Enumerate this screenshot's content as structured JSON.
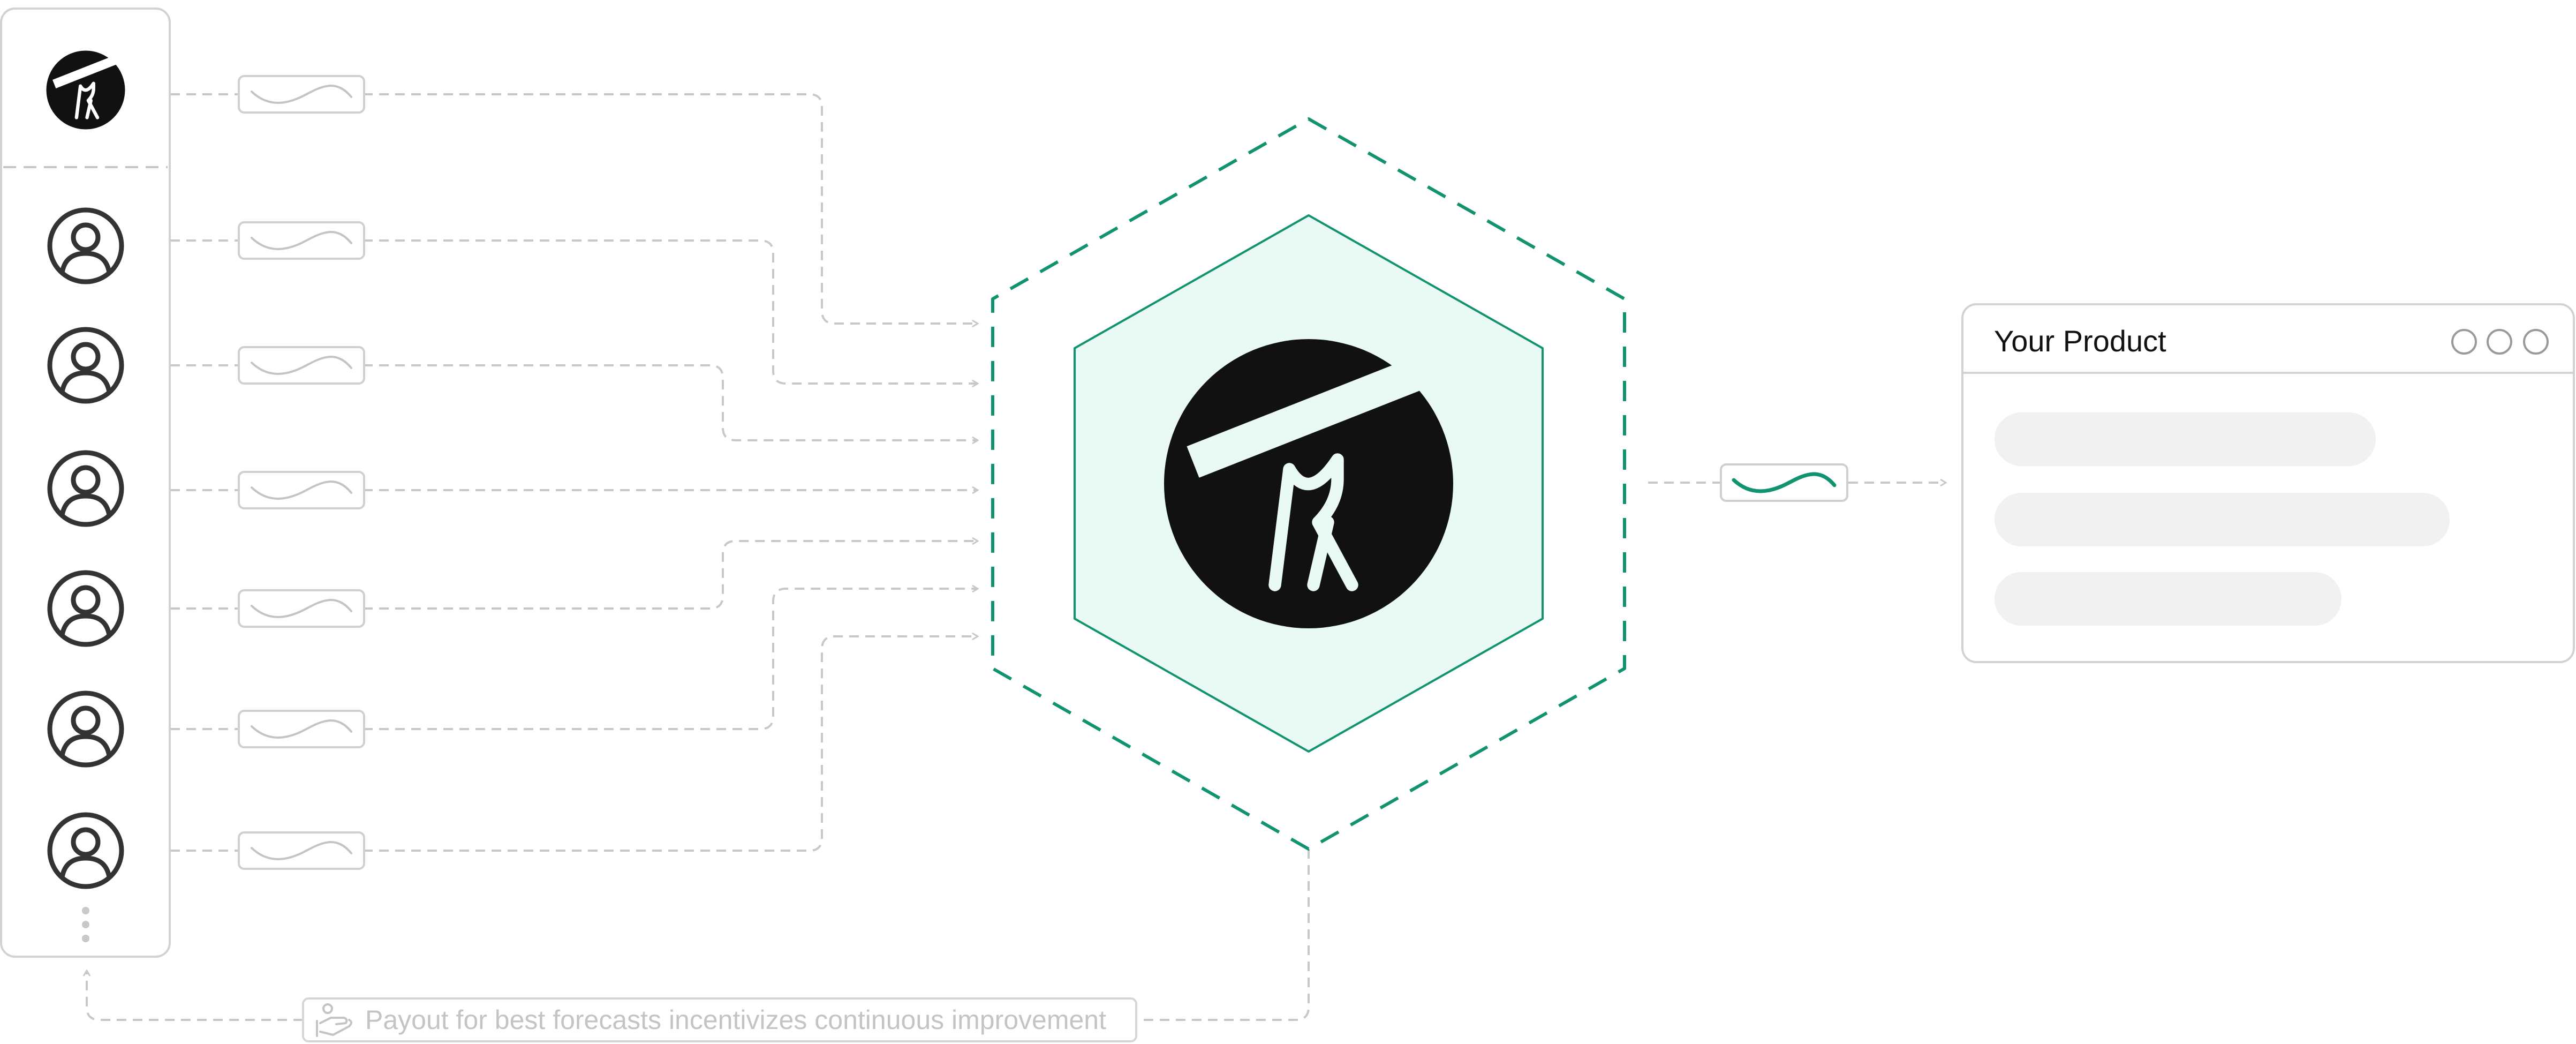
{
  "diagram": {
    "nodes": {
      "hub_icon": "telescope-icon",
      "contributors": [
        {
          "icon": "telescope-icon"
        },
        {
          "icon": "user-circle-icon"
        },
        {
          "icon": "user-circle-icon"
        },
        {
          "icon": "user-circle-icon"
        },
        {
          "icon": "user-circle-icon"
        },
        {
          "icon": "user-circle-icon"
        },
        {
          "icon": "user-circle-icon"
        }
      ],
      "more_indicator": "vertical-ellipsis-icon"
    },
    "product": {
      "title": "Your Product",
      "window_controls": [
        "circle",
        "circle",
        "circle"
      ],
      "placeholder_rows": 3
    },
    "feedback": {
      "label": "Payout for best forecasts incentivizes continuous improvement",
      "icon": "hand-coins-icon"
    },
    "signal_icon": "wave-signal-icon",
    "colors": {
      "accent": "#12936f",
      "hub_fill": "#e8faf3",
      "line": "#c8c8c8",
      "icon_dark": "#111111",
      "user_stroke": "#333333",
      "placeholder": "#f1f1f1",
      "muted_text": "#c4c4c4"
    }
  }
}
